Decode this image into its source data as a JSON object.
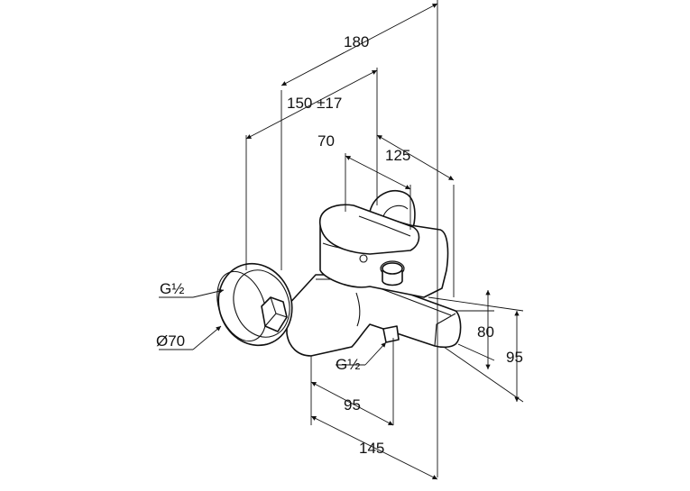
{
  "dimensions": {
    "d180": "180",
    "d150": "150 ±17",
    "d70": "70",
    "d125": "125",
    "d80": "80",
    "d95_right": "95",
    "d95_bottom": "95",
    "d145": "145"
  },
  "callouts": {
    "thread_left": "G½",
    "diameter": "Ø70",
    "thread_bottom": "G½"
  },
  "colors": {
    "line": "#111111",
    "background": "#ffffff",
    "shade": "#d9d9d9"
  }
}
